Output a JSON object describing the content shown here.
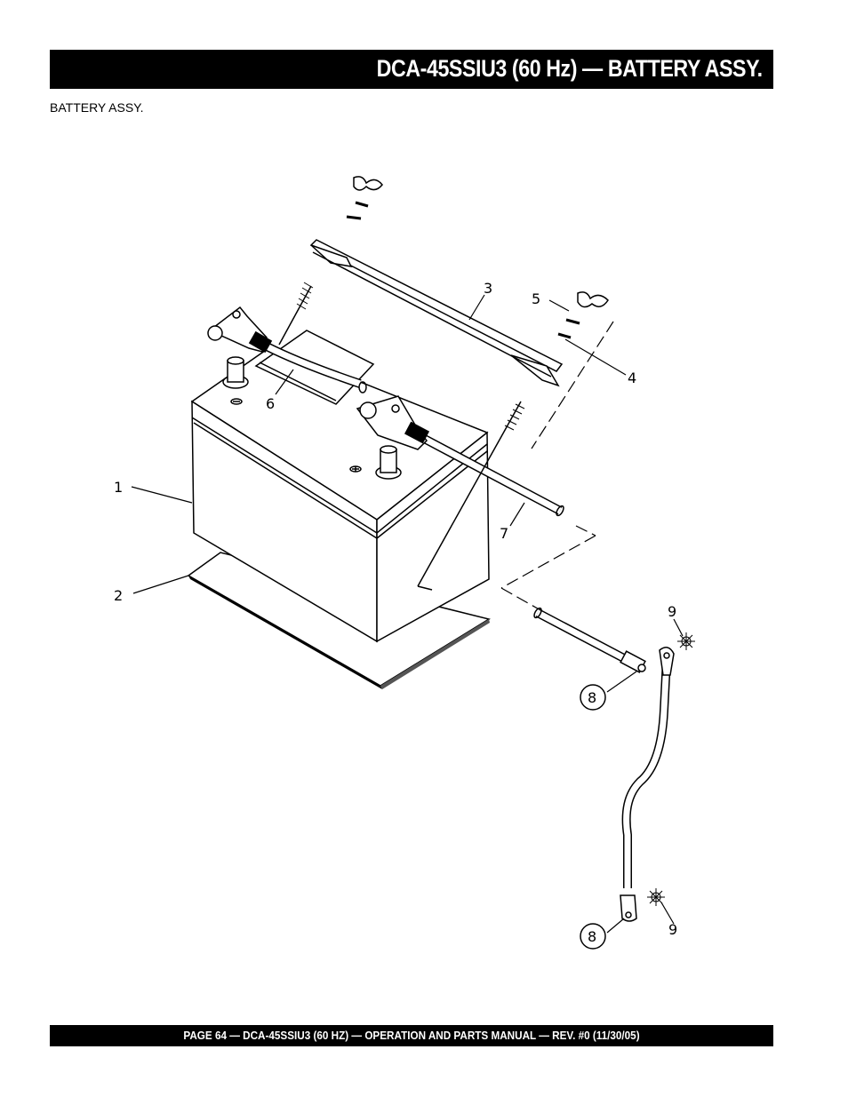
{
  "header": {
    "title": "DCA-45SSIU3 (60 Hz) — BATTERY ASSY."
  },
  "section": {
    "label": "BATTERY ASSY."
  },
  "diagram": {
    "callouts": [
      "1",
      "2",
      "3",
      "4",
      "5",
      "6",
      "7",
      "8",
      "8",
      "9",
      "9"
    ]
  },
  "footer": {
    "text": "PAGE 64 — DCA-45SSIU3 (60 HZ) —  OPERATION AND PARTS  MANUAL — REV. #0  (11/30/05)"
  }
}
